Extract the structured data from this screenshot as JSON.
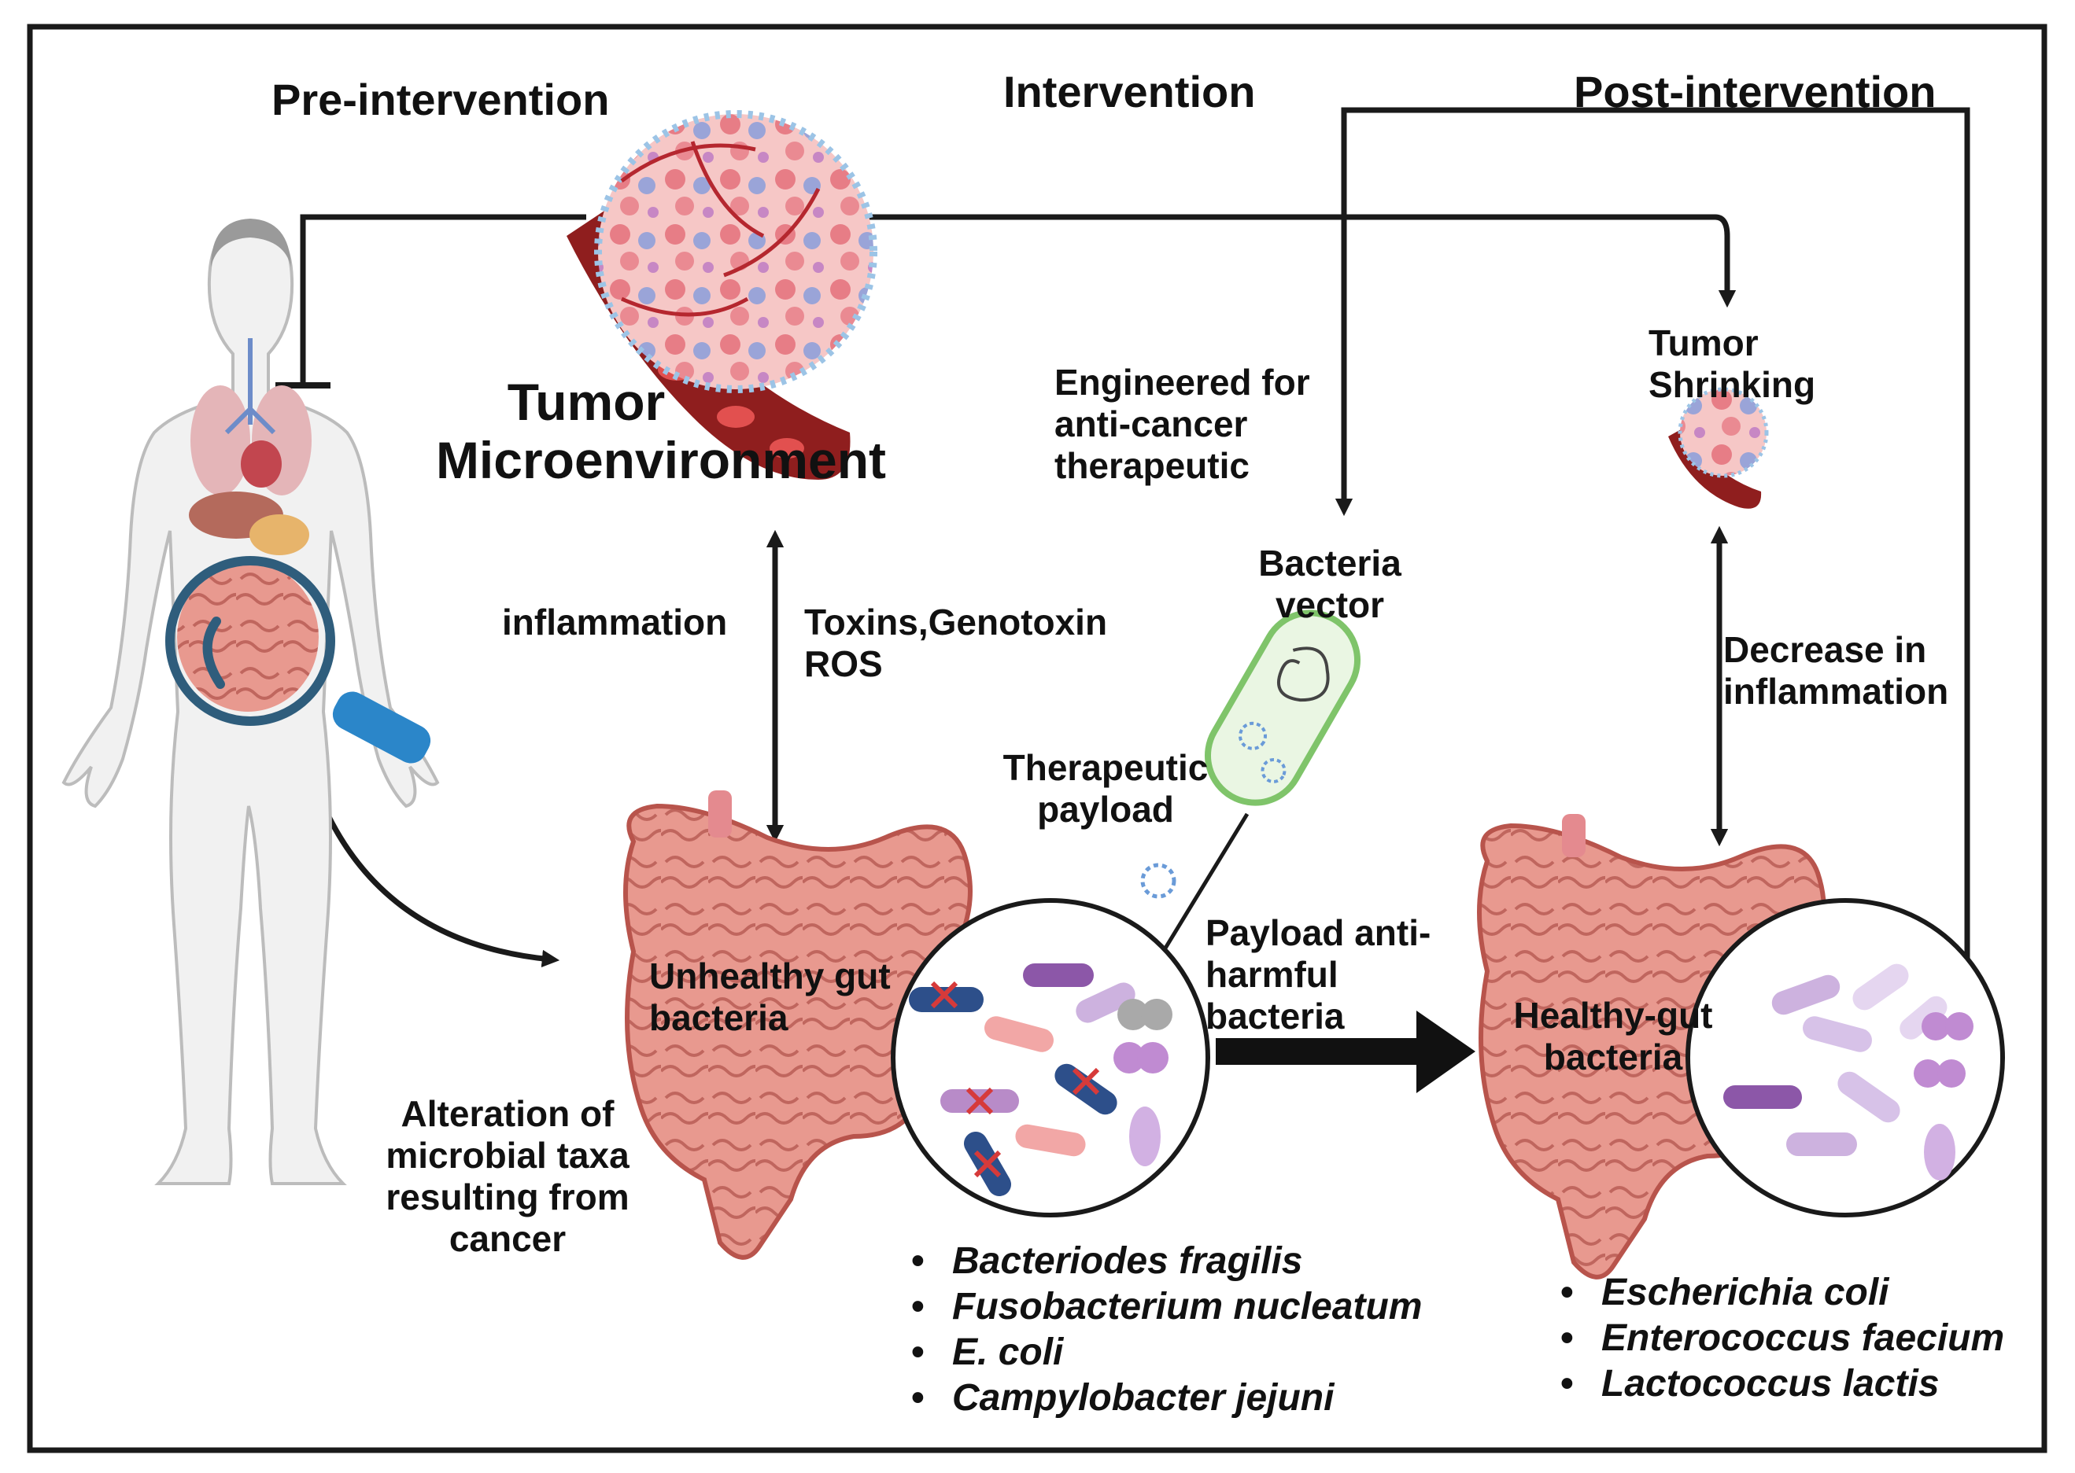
{
  "stages": {
    "pre": "Pre-intervention",
    "intervention": "Intervention",
    "post": "Post-intervention"
  },
  "tme": {
    "line1": "Tumor",
    "line2": "Microenvironment"
  },
  "inflammation": "inflammation",
  "toxins": {
    "line1": "Toxins,Genotoxin",
    "line2": "ROS"
  },
  "engineered": {
    "line1": "Engineered for",
    "line2": "anti-cancer",
    "line3": "therapeutic"
  },
  "vector": {
    "line1": "Bacteria",
    "line2": "vector"
  },
  "payload": {
    "line1": "Therapeutic",
    "line2": "payload"
  },
  "anti_harmful": {
    "line1": "Payload anti-",
    "line2": "harmful",
    "line3": "bacteria"
  },
  "tumor_shrinking": {
    "line1": "Tumor",
    "line2": "Shrinking"
  },
  "decrease": {
    "line1": "Decrease in",
    "line2": "inflammation"
  },
  "unhealthy": {
    "line1": "Unhealthy gut",
    "line2": "bacteria"
  },
  "healthy": {
    "line1": "Healthy-gut",
    "line2": "bacteria"
  },
  "alteration": {
    "line1": "Alteration of",
    "line2": "microbial taxa",
    "line3": "resulting from",
    "line4": "cancer"
  },
  "harmful_species": [
    "Bacteriodes fragilis",
    "Fusobacterium nucleatum",
    "E. coli",
    "Campylobacter jejuni"
  ],
  "beneficial_species": [
    "Escherichia coli",
    "Enterococcus faecium",
    "Lactococcus lactis"
  ],
  "colors": {
    "tissue": "#e8998f",
    "tissue_dark": "#b8544c",
    "vessel": "#8f1e1e",
    "blood_cell": "#e2504f",
    "scope": "#2f5d7c",
    "probe": "#2b86c9",
    "vector": "#7fc46a",
    "bad_cross": "#d63a3a"
  }
}
